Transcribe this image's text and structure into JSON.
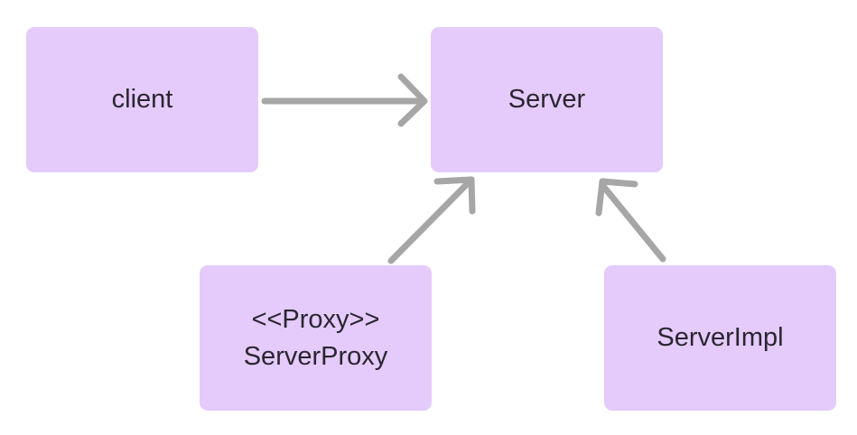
{
  "diagram": {
    "nodes": {
      "client": {
        "label": "client"
      },
      "server": {
        "label": "Server"
      },
      "proxy": {
        "stereotype": "<<Proxy>>",
        "label": "ServerProxy"
      },
      "impl": {
        "label": "ServerImpl"
      }
    },
    "edges": [
      {
        "from": "client",
        "to": "server"
      },
      {
        "from": "proxy",
        "to": "server"
      },
      {
        "from": "impl",
        "to": "server"
      }
    ],
    "colors": {
      "node_fill": "#e4cbfb",
      "arrow": "#a6a6a6",
      "text": "#2a2630"
    }
  }
}
